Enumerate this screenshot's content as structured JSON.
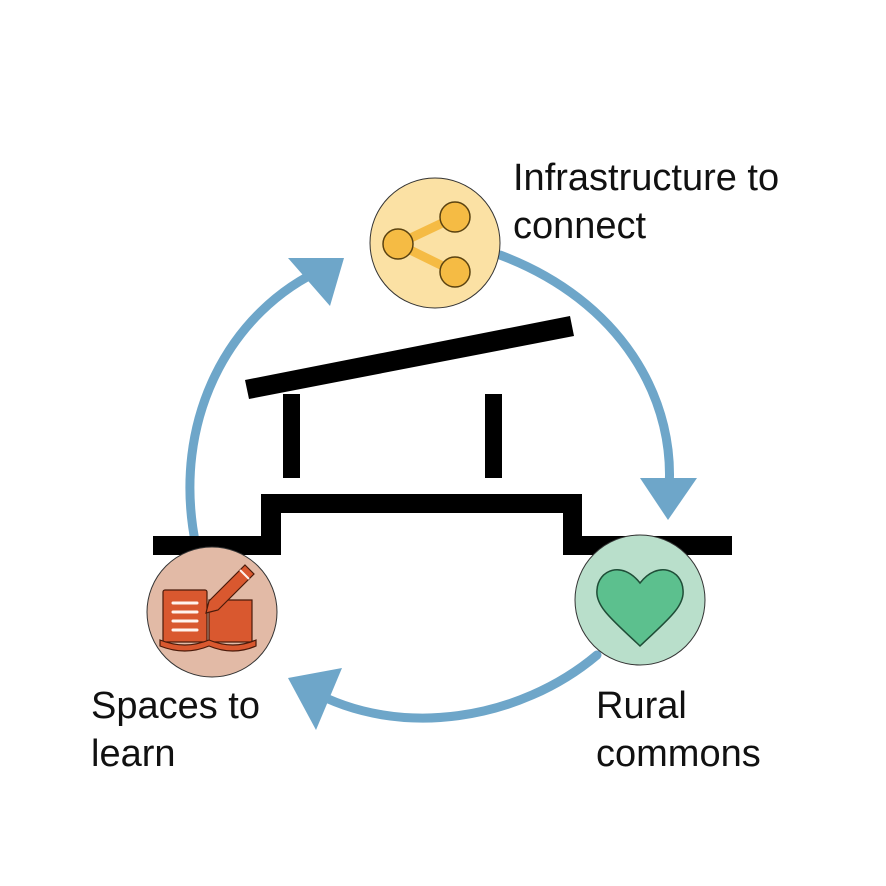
{
  "labels": {
    "infrastructure": {
      "line1": "Infrastructure to",
      "line2": "connect"
    },
    "rural_commons": {
      "line1": "Rural",
      "line2": "commons"
    },
    "spaces_to_learn": {
      "line1": "Spaces to",
      "line2": "learn"
    }
  },
  "icons": {
    "infrastructure": "share-icon",
    "rural_commons": "heart-icon",
    "spaces_to_learn": "notebook-pencil-icon"
  },
  "colors": {
    "cycle_arrows": "#6ea6c9",
    "building": "#000000",
    "infrastructure_circle": "#fbe1a4",
    "infrastructure_icon": "#f5bb44",
    "rural_circle": "#b9dfcb",
    "rural_icon": "#5cc08e",
    "spaces_circle": "#e2baa6",
    "spaces_icon": "#d9582f"
  }
}
